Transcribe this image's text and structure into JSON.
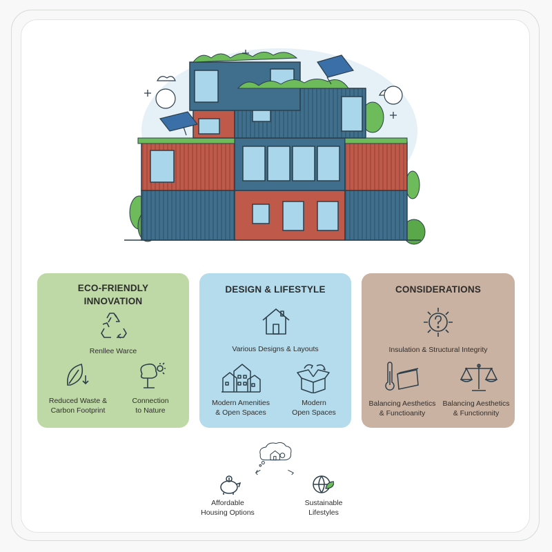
{
  "hero": {
    "icon": "container-house-illustration"
  },
  "panels": {
    "eco": {
      "title_line1": "ECO-FRIENDLY",
      "title_line2": "INNOVATION",
      "top_label": "Renllee Warce",
      "left_label_line1": "Reduced Waste &",
      "left_label_line2": "Carbon Footprint",
      "right_label_line1": "Connection",
      "right_label_line2": "to Nature",
      "color": "#bfd9a6"
    },
    "design": {
      "title": "DESIGN & LIFESTYLE",
      "top_label": "Various Designs & Layouts",
      "left_label_line1": "Modern Amenities",
      "left_label_line2": "& Open Spaces",
      "right_label_line1": "Modern",
      "right_label_line2": "Open Spaces",
      "color": "#b5dcec"
    },
    "considerations": {
      "title": "CONSIDERATIONS",
      "top_label": "Insulation & Structural Integrity",
      "left_label_line1": "Balancing Aesthetics",
      "left_label_line2": "& Functioanity",
      "right_label_line1": "Balancing Aesthetics",
      "right_label_line2": "& Functionnity",
      "color": "#c9b2a1"
    }
  },
  "footer": {
    "left_label_line1": "Affordable",
    "left_label_line2": "Housing Options",
    "right_label_line1": "Sustainable",
    "right_label_line2": "Lifestyles"
  }
}
